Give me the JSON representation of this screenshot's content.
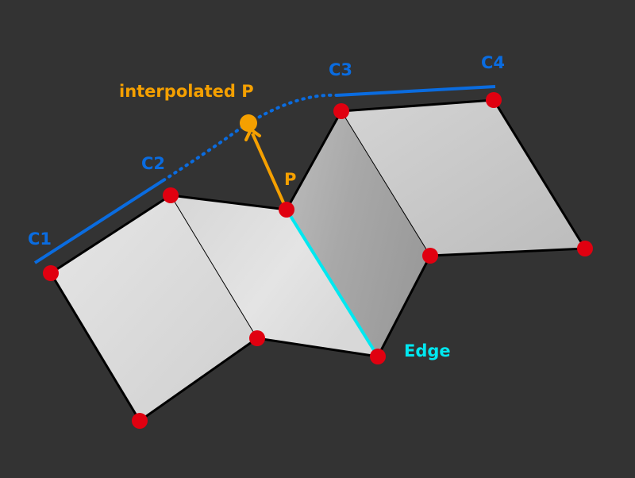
{
  "colors": {
    "background": "#333333",
    "control_line": "#0a6ce0",
    "vertex": "#e00010",
    "interpolated": "#f5a000",
    "edge": "#00e8f0",
    "outline": "#000000",
    "face_light": "#e4e4e4",
    "face_dark": "#a9a9a9"
  },
  "labels": {
    "c1": "C1",
    "c2": "C2",
    "c3": "C3",
    "c4": "C4",
    "interpolated_p": "interpolated P",
    "p": "P",
    "edge": "Edge"
  }
}
